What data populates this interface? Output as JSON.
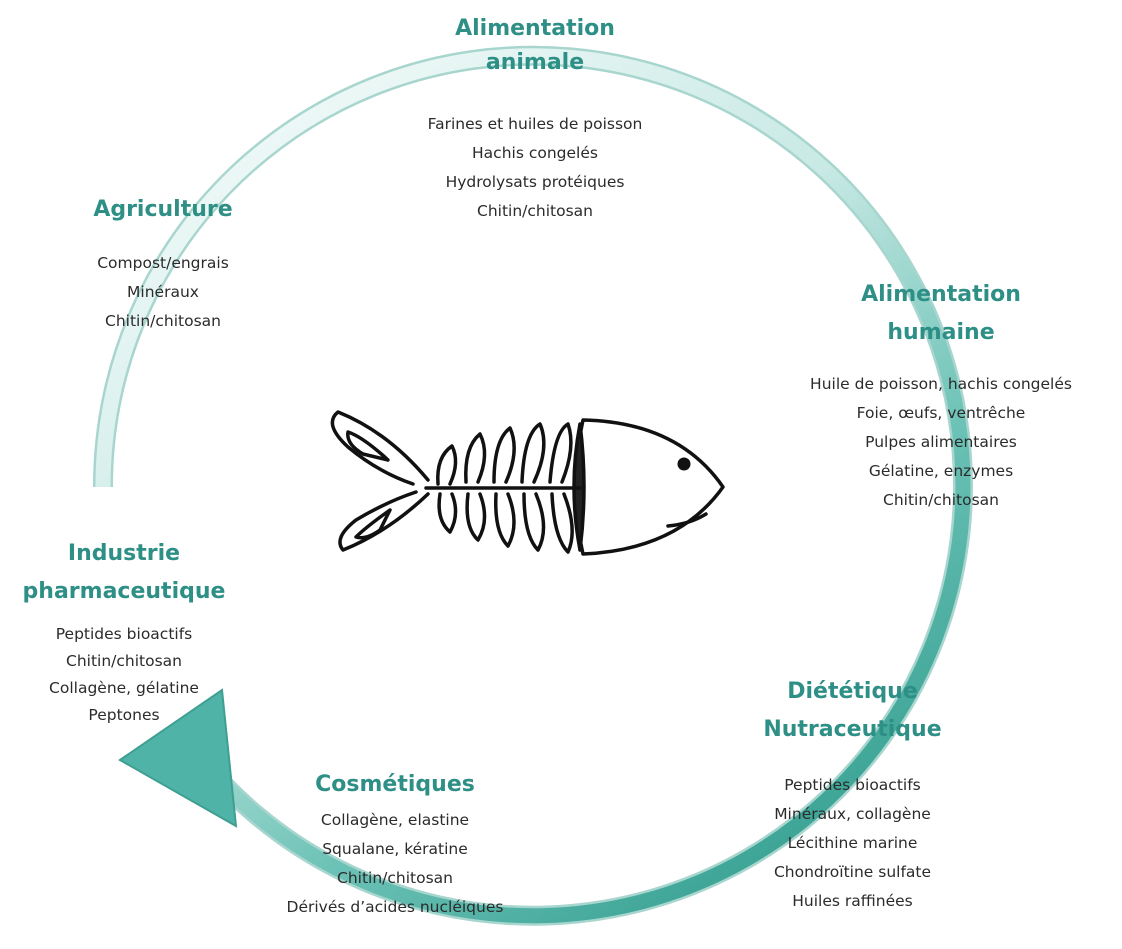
{
  "colors": {
    "accent": "#2e8f86",
    "arrow_fill": "#4fb3a7",
    "arrow_light": "#e4f3f1",
    "text": "#2b2b2b"
  },
  "center_icon": "fish-skeleton-icon",
  "sections": {
    "alimentation_animale": {
      "title": [
        "Alimentation",
        "animale"
      ],
      "items": [
        "Farines et huiles de poisson",
        "Hachis congelés",
        "Hydrolysats protéiques",
        "Chitin/chitosan"
      ]
    },
    "agriculture": {
      "title": [
        "Agriculture"
      ],
      "items": [
        "Compost/engrais",
        "Minéraux",
        "Chitin/chitosan"
      ]
    },
    "alimentation_humaine": {
      "title": [
        "Alimentation",
        "humaine"
      ],
      "items": [
        "Huile de poisson, hachis congelés",
        "Foie, œufs, ventrêche",
        "Pulpes alimentaires",
        "Gélatine, enzymes",
        "Chitin/chitosan"
      ]
    },
    "industrie_pharmaceutique": {
      "title": [
        "Industrie",
        "pharmaceutique"
      ],
      "items": [
        "Peptides bioactifs",
        "Chitin/chitosan",
        "Collagène, gélatine",
        "Peptones"
      ]
    },
    "dietetique": {
      "title": [
        "Diététique",
        "Nutraceutique"
      ],
      "items": [
        "Peptides bioactifs",
        "Minéraux, collagène",
        "Lécithine marine",
        "Chondroïtine sulfate",
        "Huiles raffinées"
      ]
    },
    "cosmetiques": {
      "title": [
        "Cosmétiques"
      ],
      "items": [
        "Collagène, elastine",
        "Squalane, kératine",
        "Chitin/chitosan",
        "Dérivés d’acides nucléiques"
      ]
    }
  }
}
